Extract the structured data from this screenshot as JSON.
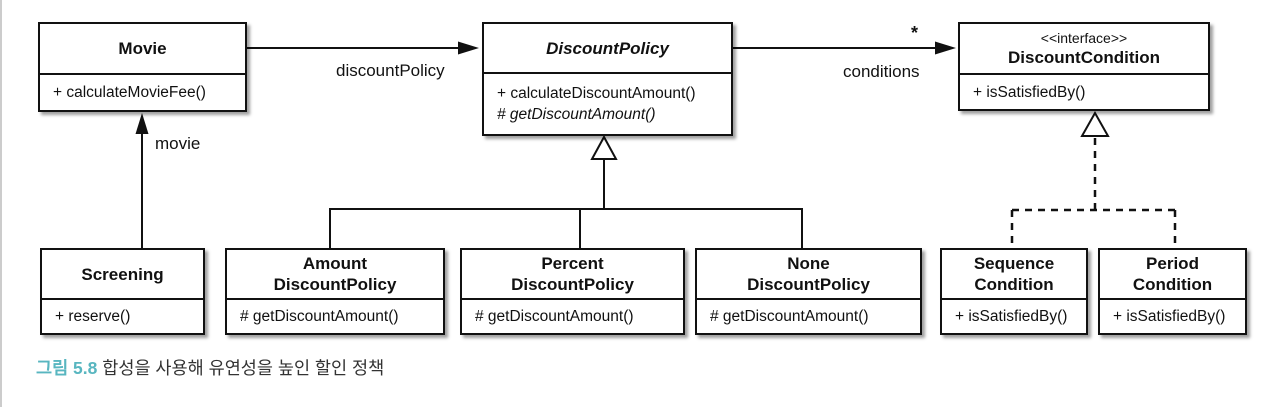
{
  "diagram": {
    "classes": {
      "movie": {
        "name": "Movie",
        "methods": [
          "+ calculateMovieFee()"
        ]
      },
      "discount_policy": {
        "name": "DiscountPolicy",
        "methods": [
          "+ calculateDiscountAmount()",
          "# getDiscountAmount()"
        ]
      },
      "discount_condition": {
        "stereotype": "<<interface>>",
        "name": "DiscountCondition",
        "methods": [
          "+ isSatisfiedBy()"
        ]
      },
      "screening": {
        "name": "Screening",
        "methods": [
          "+ reserve()"
        ]
      },
      "amount_discount_policy": {
        "name_lines": [
          "Amount",
          "DiscountPolicy"
        ],
        "methods": [
          "# getDiscountAmount()"
        ]
      },
      "percent_discount_policy": {
        "name_lines": [
          "Percent",
          "DiscountPolicy"
        ],
        "methods": [
          "# getDiscountAmount()"
        ]
      },
      "none_discount_policy": {
        "name_lines": [
          "None",
          "DiscountPolicy"
        ],
        "methods": [
          "# getDiscountAmount()"
        ]
      },
      "sequence_condition": {
        "name_lines": [
          "Sequence",
          "Condition"
        ],
        "methods": [
          "+ isSatisfiedBy()"
        ]
      },
      "period_condition": {
        "name_lines": [
          "Period",
          "Condition"
        ],
        "methods": [
          "+ isSatisfiedBy()"
        ]
      }
    },
    "edge_labels": {
      "discount_policy": "discountPolicy",
      "conditions": "conditions",
      "conditions_multiplicity": "*",
      "movie": "movie"
    }
  },
  "caption": {
    "figure_label": "그림 5.8",
    "text": "합성을 사용해 유연성을 높인 할인 정책"
  },
  "colors": {
    "caption_accent": "#58b6c0",
    "line": "#111111",
    "box_background": "#ffffff",
    "shadow": "#9a9a9a"
  }
}
